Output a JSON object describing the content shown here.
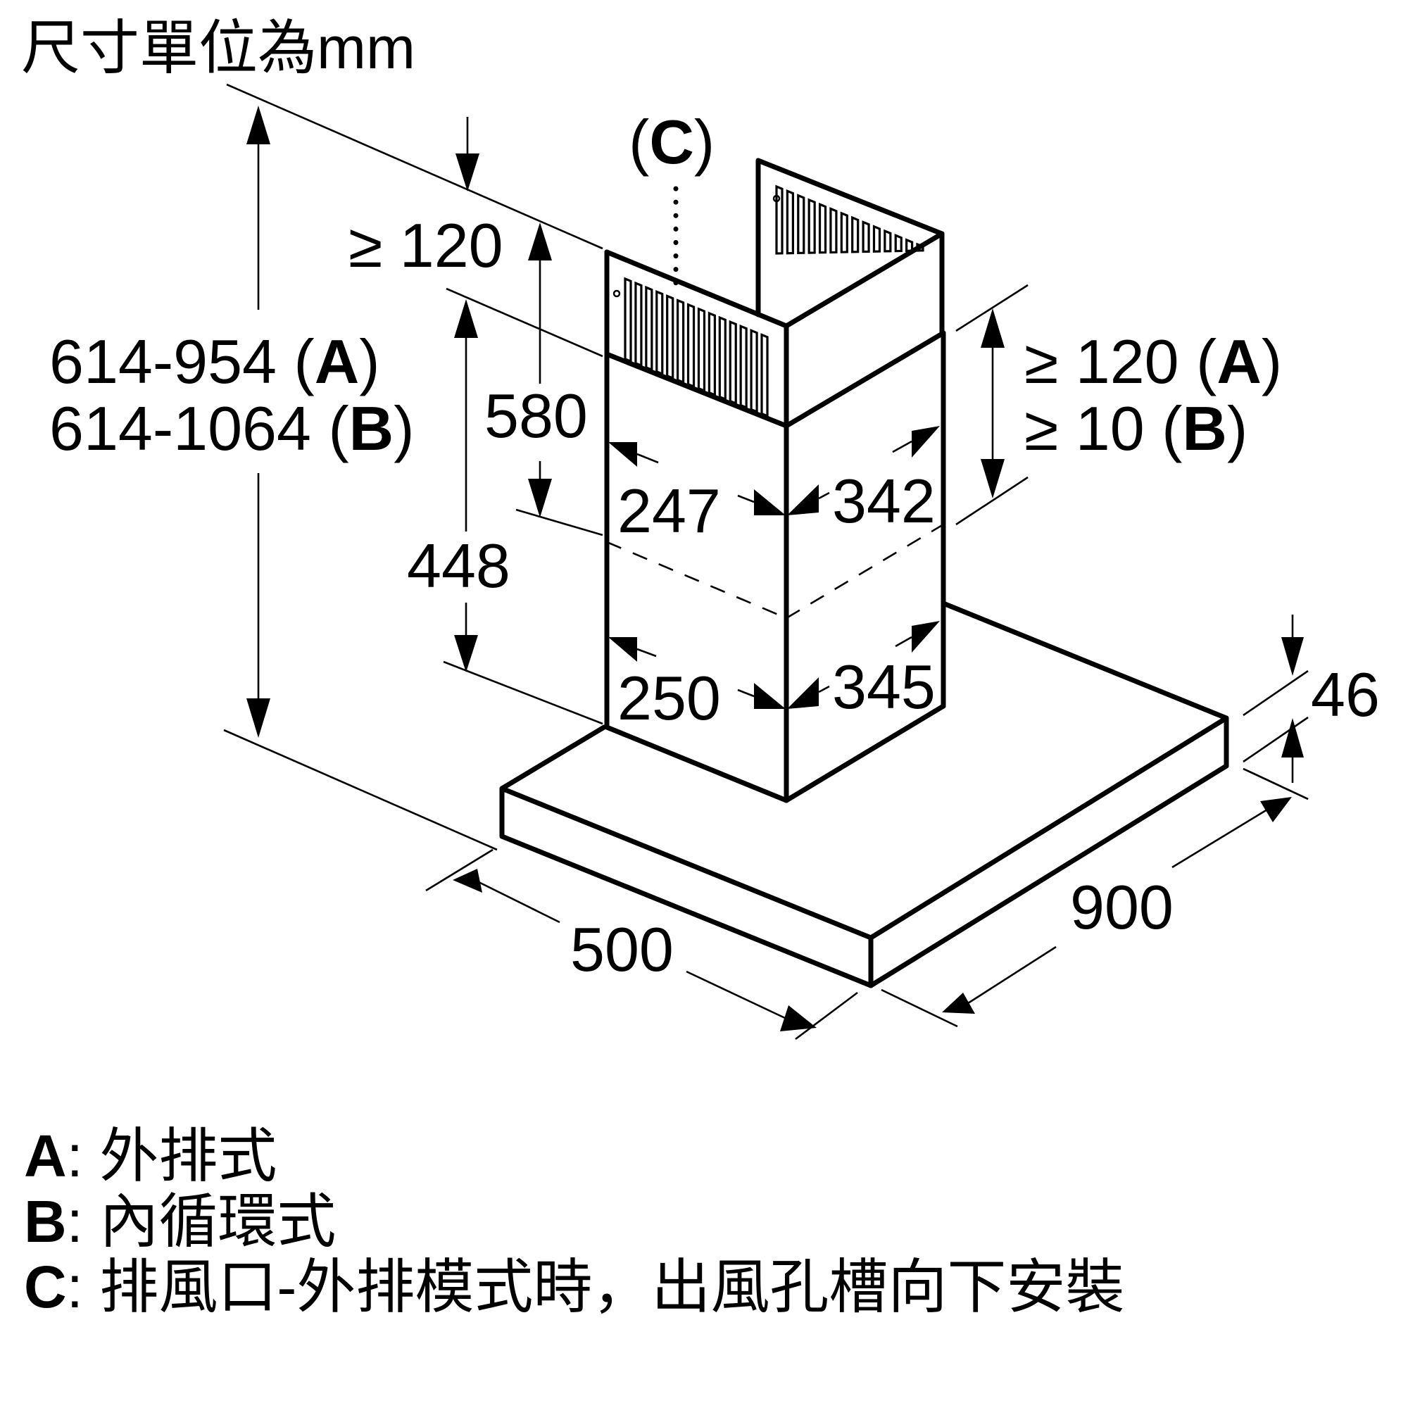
{
  "title": "尺寸單位為mm",
  "labels": {
    "total_height_a_value": "614-954 (",
    "total_height_a_key": "A",
    "total_height_a_close": ")",
    "total_height_b_value": "614-1064 (",
    "total_height_b_key": "B",
    "total_height_b_close": ")",
    "top_clearance": "≥ 120",
    "upper_chimney_height": "580",
    "lower_chimney_height": "448",
    "outlet_marker_open": "(",
    "outlet_marker_key": "C",
    "outlet_marker_close": ")",
    "right_clearance_a_value": "≥ 120 (",
    "right_clearance_a_key": "A",
    "right_clearance_a_close": ")",
    "right_clearance_b_value": "≥ 10 (",
    "right_clearance_b_key": "B",
    "right_clearance_b_close": ")",
    "upper_chimney_depth": "247",
    "upper_chimney_width": "342",
    "lower_chimney_depth": "250",
    "lower_chimney_width": "345",
    "canopy_height": "46",
    "canopy_depth": "500",
    "canopy_width": "900"
  },
  "legend": [
    {
      "key": "A",
      "text": ": 外排式"
    },
    {
      "key": "B",
      "text": ": 內循環式"
    },
    {
      "key": "C",
      "text": ": 排風口-外排模式時，出風孔槽向下安裝"
    }
  ],
  "colors": {
    "line": "#000000",
    "background": "#ffffff"
  }
}
